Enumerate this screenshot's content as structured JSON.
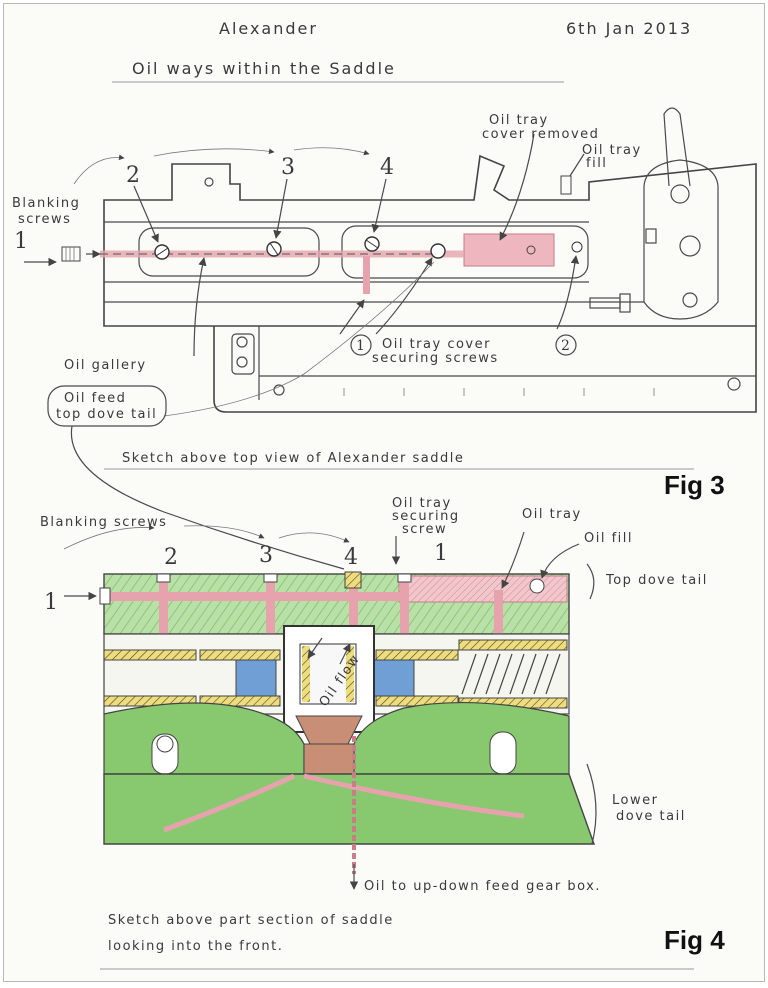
{
  "header": {
    "name": "Alexander",
    "date": "6th Jan 2013"
  },
  "title": "Oil ways within the Saddle",
  "fig3": {
    "caption_label": "Fig 3",
    "caption": "Sketch above top view of Alexander saddle",
    "labels": {
      "oil_tray_cover_removed_1": "Oil tray",
      "oil_tray_cover_removed_2": "cover removed",
      "oil_tray_fill_1": "Oil tray",
      "oil_tray_fill_2": "fill",
      "blanking_screws_1": "Blanking",
      "blanking_screws_2": "screws",
      "oil_gallery": "Oil gallery",
      "oil_tray_cover_securing_1": "Oil tray cover",
      "oil_tray_cover_securing_2": "securing screws",
      "oil_feed_1": "Oil feed",
      "oil_feed_2": "top dove tail"
    },
    "numbers": [
      "1",
      "2",
      "3",
      "4"
    ],
    "circled": [
      "1",
      "2"
    ]
  },
  "fig4": {
    "caption_label": "Fig 4",
    "caption_line1": "Sketch above part section of saddle",
    "caption_line2": "looking into the front.",
    "labels": {
      "blanking_screws": "Blanking screws",
      "oil_tray_securing_1": "Oil tray",
      "oil_tray_securing_2": "securing",
      "oil_tray_securing_3": "screw",
      "oil_tray": "Oil tray",
      "oil_fill": "Oil fill",
      "top_dove_tail": "Top dove tail",
      "lower_dove_tail_1": "Lower",
      "lower_dove_tail_2": "dove tail",
      "oil_flow": "Oil flow",
      "oil_to_gearbox": "Oil to up-down feed gear box."
    },
    "numbers": [
      "1",
      "2",
      "3",
      "4",
      "1"
    ]
  },
  "colors": {
    "oil": "#e6a3ad",
    "oil_dark": "#c97d89",
    "dovetail": "#a8d69a",
    "base": "#88c86e",
    "brass": "#e3c948",
    "blue": "#6f9fd4",
    "brown": "#c98f76"
  }
}
